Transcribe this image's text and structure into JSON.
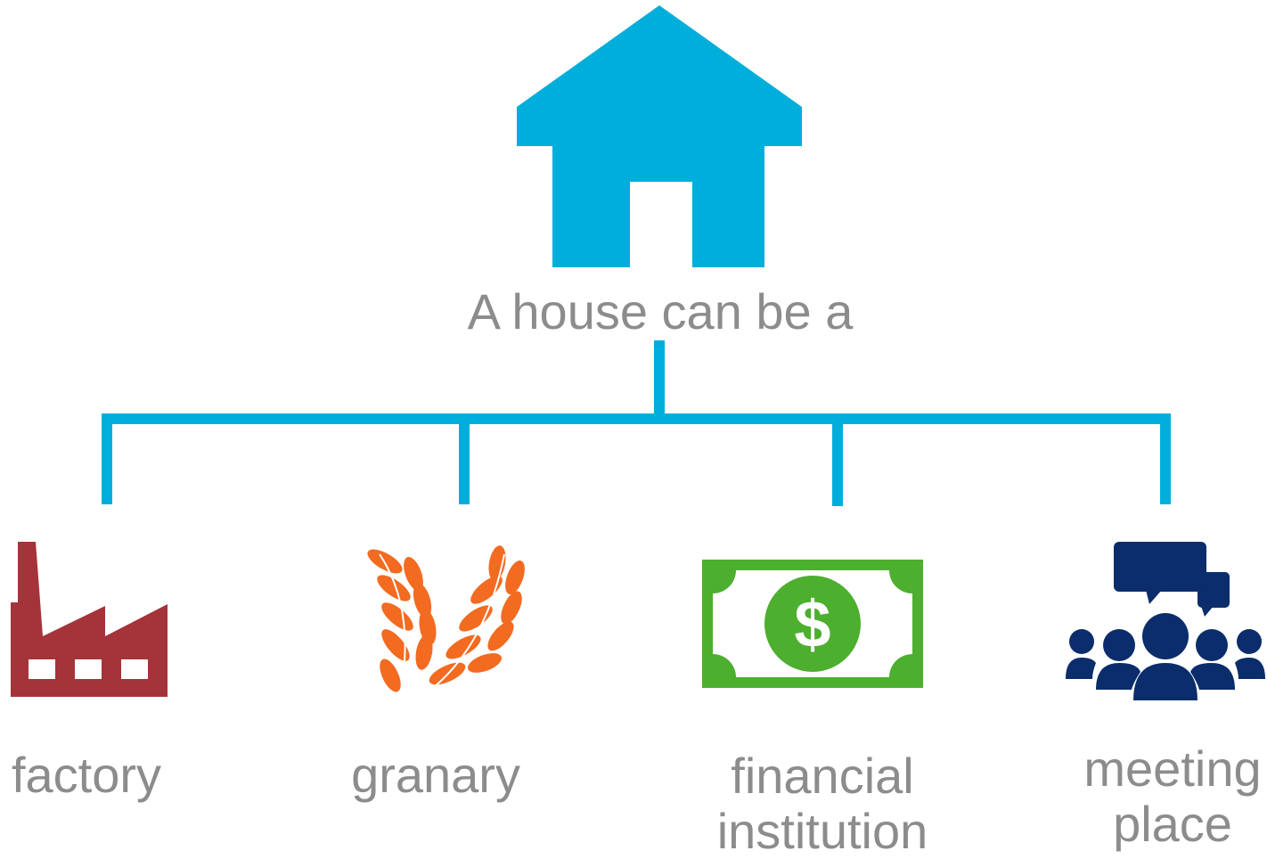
{
  "diagram": {
    "root_label": "A house can be a",
    "children": [
      {
        "label_lines": [
          "factory"
        ],
        "icon": "factory-icon",
        "color": "#a4343a"
      },
      {
        "label_lines": [
          "granary"
        ],
        "icon": "wheat-icon",
        "color": "#f26b21"
      },
      {
        "label_lines": [
          "financial",
          "institution"
        ],
        "icon": "money-icon",
        "color": "#4caf2e"
      },
      {
        "label_lines": [
          "meeting",
          "place"
        ],
        "icon": "meeting-icon",
        "color": "#0b2d6b"
      }
    ]
  },
  "colors": {
    "house": "#00aedb",
    "connector": "#00aedb",
    "text": "#8c8c8c"
  }
}
